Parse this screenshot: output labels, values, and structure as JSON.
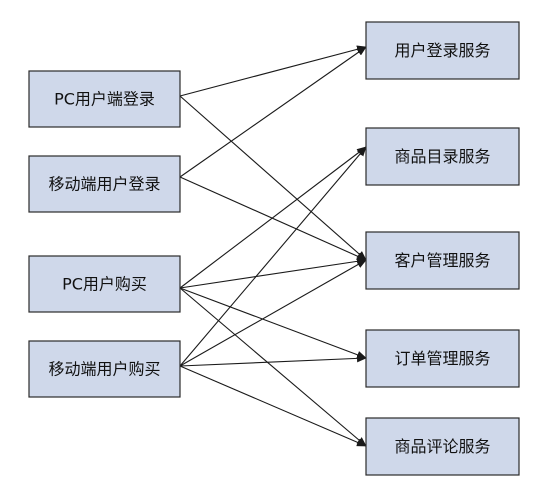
{
  "diagram": {
    "sources": [
      {
        "id": "pc-login",
        "label": "PC用户端登录"
      },
      {
        "id": "mobile-login",
        "label": "移动端用户登录"
      },
      {
        "id": "pc-purchase",
        "label": "PC用户购买"
      },
      {
        "id": "mobile-purchase",
        "label": "移动端用户购买"
      }
    ],
    "services": [
      {
        "id": "user-login-service",
        "label": "用户登录服务"
      },
      {
        "id": "catalog-service",
        "label": "商品目录服务"
      },
      {
        "id": "customer-service",
        "label": "客户管理服务"
      },
      {
        "id": "order-service",
        "label": "订单管理服务"
      },
      {
        "id": "review-service",
        "label": "商品评论服务"
      }
    ],
    "edges": [
      {
        "from": "pc-login",
        "to": "user-login-service"
      },
      {
        "from": "pc-login",
        "to": "customer-service"
      },
      {
        "from": "mobile-login",
        "to": "user-login-service"
      },
      {
        "from": "mobile-login",
        "to": "customer-service"
      },
      {
        "from": "pc-purchase",
        "to": "catalog-service"
      },
      {
        "from": "pc-purchase",
        "to": "customer-service"
      },
      {
        "from": "pc-purchase",
        "to": "order-service"
      },
      {
        "from": "pc-purchase",
        "to": "review-service"
      },
      {
        "from": "mobile-purchase",
        "to": "catalog-service"
      },
      {
        "from": "mobile-purchase",
        "to": "customer-service"
      },
      {
        "from": "mobile-purchase",
        "to": "order-service"
      },
      {
        "from": "mobile-purchase",
        "to": "review-service"
      }
    ]
  }
}
